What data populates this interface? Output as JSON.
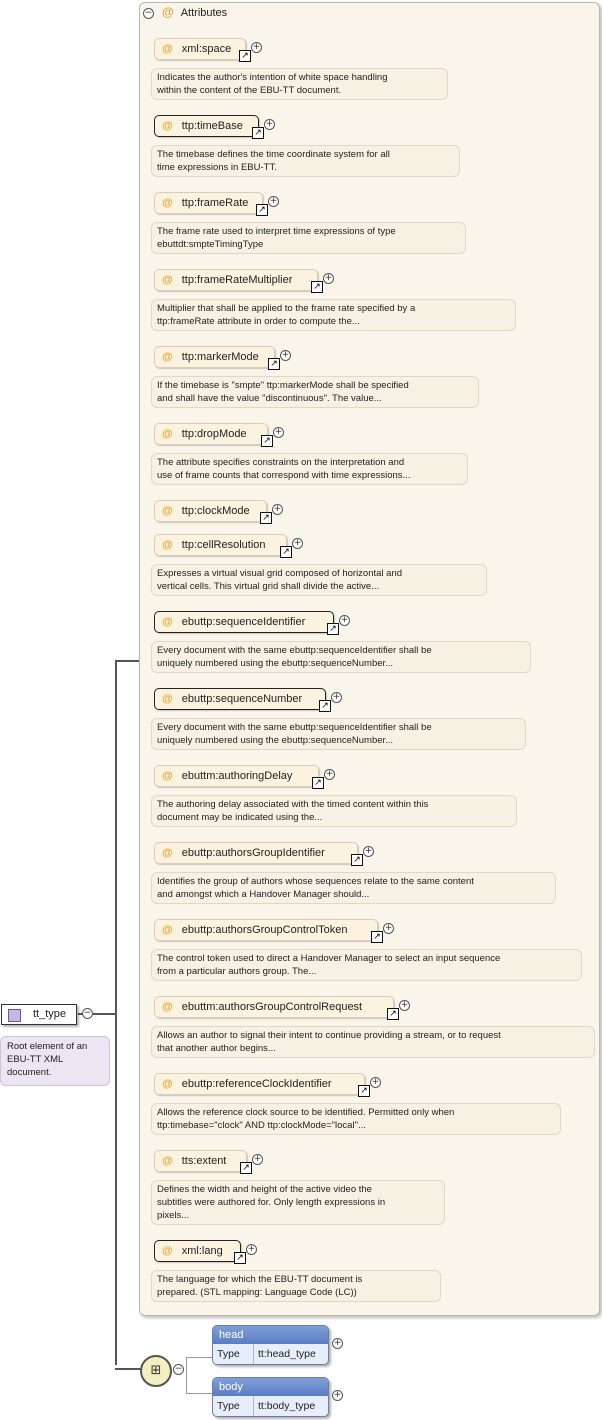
{
  "attributes_panel": {
    "title": "Attributes",
    "at_symbol": "@"
  },
  "attributes": [
    {
      "name": "xml:space",
      "desc": [
        "Indicates the author's intention of white space handling",
        "within the content of the EBU-TT document."
      ]
    },
    {
      "name": "ttp:timeBase",
      "desc": [
        "The timebase defines the time coordinate system for all",
        "time expressions in EBU-TT."
      ]
    },
    {
      "name": "ttp:frameRate",
      "desc": [
        "The frame rate used to interpret time expressions of type",
        "ebuttdt:smpteTimingType"
      ]
    },
    {
      "name": "ttp:frameRateMultiplier",
      "desc": [
        "Multiplier that shall be applied to the frame rate specified by a",
        "ttp:frameRate attribute in order to compute the..."
      ]
    },
    {
      "name": "ttp:markerMode",
      "desc": [
        "If the timebase is \"smpte\" ttp:markerMode shall be specified",
        "and shall have the value \"discontinuous\". The value..."
      ]
    },
    {
      "name": "ttp:dropMode",
      "desc": [
        "The attribute specifies constraints on the interpretation and",
        "use of frame counts that correspond with time expressions..."
      ]
    },
    {
      "name": "ttp:clockMode",
      "desc": []
    },
    {
      "name": "ttp:cellResolution",
      "desc": [
        "Expresses a virtual visual grid composed of horizontal and",
        "vertical cells. This virtual grid shall divide the active..."
      ]
    },
    {
      "name": "ebuttp:sequenceIdentifier",
      "desc": [
        "Every document with the same ebuttp:sequenceIdentifier shall be",
        "uniquely numbered using the ebuttp:sequenceNumber..."
      ]
    },
    {
      "name": "ebuttp:sequenceNumber",
      "desc": [
        "Every document with the same ebuttp:sequenceIdentifier shall be",
        "uniquely numbered using the ebuttp:sequenceNumber..."
      ]
    },
    {
      "name": "ebuttm:authoringDelay",
      "desc": [
        "The authoring delay associated with the timed content within this",
        "document may be indicated using the..."
      ]
    },
    {
      "name": "ebuttp:authorsGroupIdentifier",
      "desc": [
        "Identifies the group of authors whose sequences relate to the same content",
        "and amongst which a Handover Manager should..."
      ]
    },
    {
      "name": "ebuttp:authorsGroupControlToken",
      "desc": [
        "The control token used to direct a Handover Manager to select an input sequence",
        "from a particular authors group. The..."
      ]
    },
    {
      "name": "ebuttm:authorsGroupControlRequest",
      "desc": [
        "Allows an author to signal their intent to continue providing a stream, or to request",
        "that another author begins..."
      ]
    },
    {
      "name": "ebuttp:referenceClockIdentifier",
      "desc": [
        "Allows the reference clock source to be identified. Permitted only when",
        "ttp:timebase=\"clock\" AND ttp:clockMode=\"local\"..."
      ]
    },
    {
      "name": "tts:extent",
      "desc": [
        "Defines the width and height of the active video the",
        "subtitles were authored for. Only length expressions in",
        "pixels..."
      ]
    },
    {
      "name": "xml:lang",
      "desc": [
        "The language for which the EBU-TT document is",
        "prepared. (STL mapping: Language Code (LC))"
      ]
    }
  ],
  "root": {
    "name": "tt_type",
    "doc": [
      "Root element of an",
      "EBU-TT XML",
      "document."
    ]
  },
  "sequence_icon": "sequence-compositor-icon",
  "elements": [
    {
      "name": "head",
      "type_label": "Type",
      "type_value": "tt:head_type"
    },
    {
      "name": "body",
      "type_label": "Type",
      "type_value": "tt:body_type"
    }
  ],
  "icons": {
    "collapse": "−",
    "expand": "+",
    "link": "↗"
  }
}
